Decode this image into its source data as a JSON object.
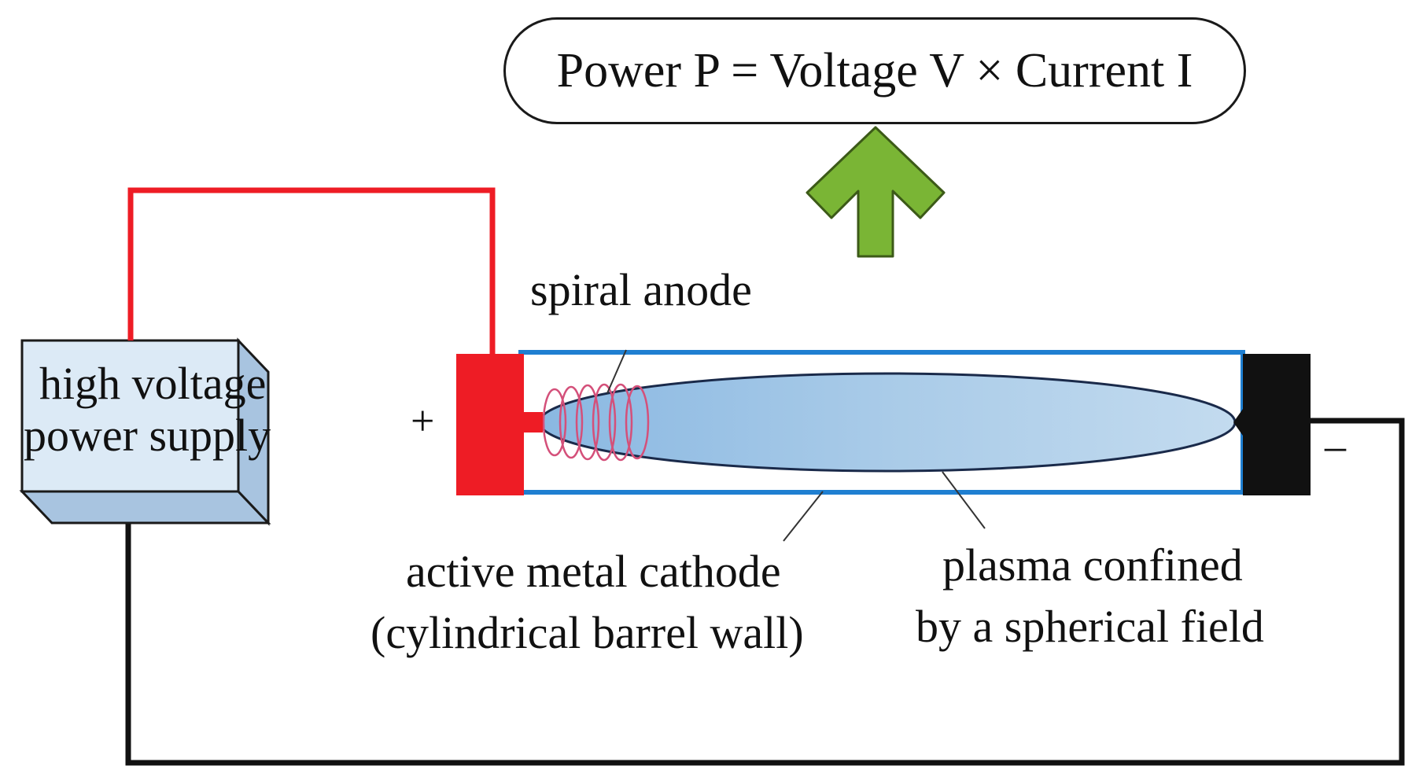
{
  "formula": {
    "text": "Power P = Voltage V × Current I"
  },
  "power_supply": {
    "line1": "high voltage",
    "line2": "power supply"
  },
  "terminals": {
    "positive": "+",
    "negative": "–"
  },
  "labels": {
    "spiral_anode": "spiral anode",
    "cathode_line1": "active metal cathode",
    "cathode_line2": "(cylindrical barrel wall)",
    "plasma_line1": "plasma confined",
    "plasma_line2": "by a spherical field"
  },
  "colors": {
    "positive_wire": "#ee1c25",
    "negative_wire": "#111111",
    "arrow_fill": "#7ab535",
    "barrel_outline": "#1f7fd1",
    "plasma_fill": "#a9cbe8",
    "box_face": "#dceaf6",
    "box_side": "#a8c4e0",
    "anode_spiral": "#d4507a",
    "anode_block": "#ee1c25",
    "cathode_block": "#111111"
  },
  "icons": {
    "arrow": "up-arrow-icon"
  }
}
